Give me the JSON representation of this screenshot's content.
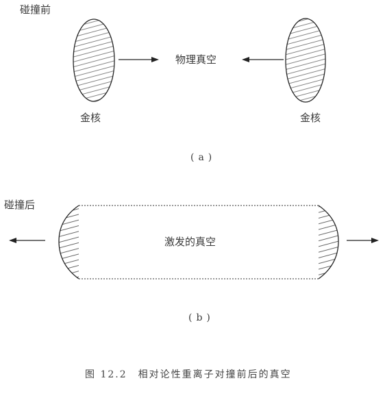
{
  "part_a": {
    "before_label": "碰撞前",
    "center_label": "物理真空",
    "left_nucleus_label": "金核",
    "right_nucleus_label": "金核",
    "sub_label": "(a)"
  },
  "part_b": {
    "after_label": "碰撞后",
    "center_label": "激发的真空",
    "sub_label": "(b)"
  },
  "caption": "图 12.2　相对论性重离子对撞前后的真空"
}
